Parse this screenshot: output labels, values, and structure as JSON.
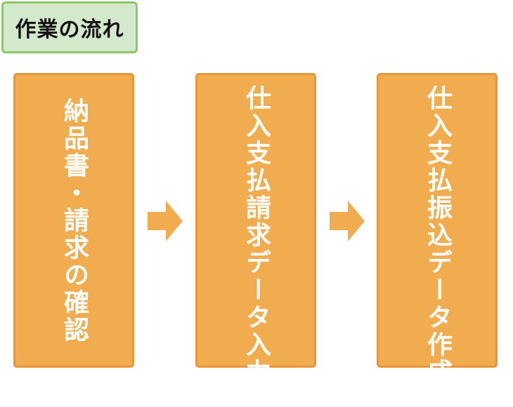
{
  "title": "作業の流れ",
  "steps": [
    {
      "label": "納品書・請求の確認"
    },
    {
      "label": "仕入支払請求データ入力"
    },
    {
      "label": "仕入支払振込データ作成"
    }
  ],
  "colors": {
    "title_fill": "#d4e8cc",
    "title_border": "#8cc866",
    "step_fill": "#f0ac4e",
    "step_border": "#e8943a",
    "arrow_fill": "#f0ac4e",
    "step_text": "#ffffff"
  },
  "icons": {
    "connector": "right-arrow-icon"
  }
}
